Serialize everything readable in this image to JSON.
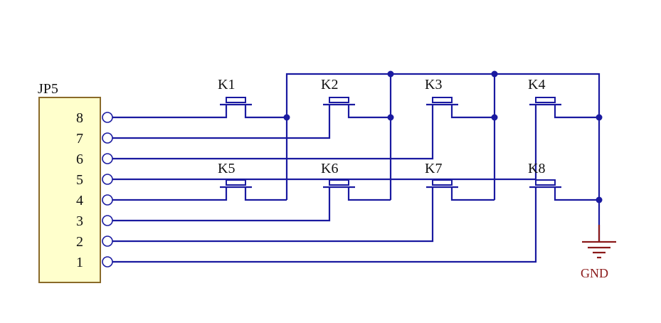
{
  "connector": {
    "name": "JP5",
    "pins": [
      "8",
      "7",
      "6",
      "5",
      "4",
      "3",
      "2",
      "1"
    ]
  },
  "switches": {
    "top": [
      "K1",
      "K2",
      "K3",
      "K4"
    ],
    "bottom": [
      "K5",
      "K6",
      "K7",
      "K8"
    ]
  },
  "ground": {
    "label": "GND"
  },
  "colors": {
    "wire": "#1a1aa0",
    "connector_fill": "#ffffcc",
    "connector_border": "#8a6a2a",
    "ground": "#8b1a1a"
  }
}
